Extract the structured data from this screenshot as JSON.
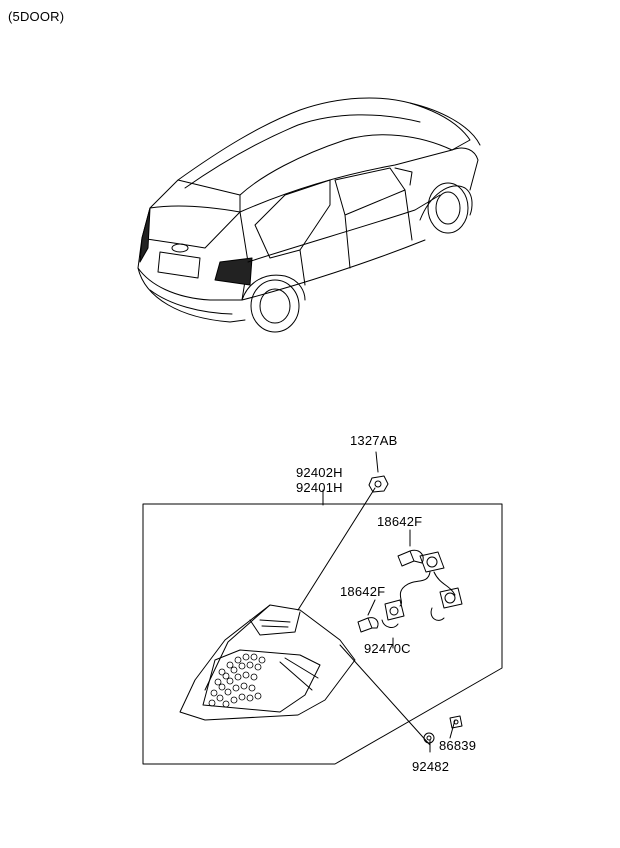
{
  "variant": "(5DOOR)",
  "parts": {
    "grommet": "1327AB",
    "lamp_rh": "92402H",
    "lamp_lh": "92401H",
    "bulb_upper": "18642F",
    "bulb_lower": "18642F",
    "socket_wiring": "92470C",
    "screw": "92482",
    "nut": "86839"
  }
}
